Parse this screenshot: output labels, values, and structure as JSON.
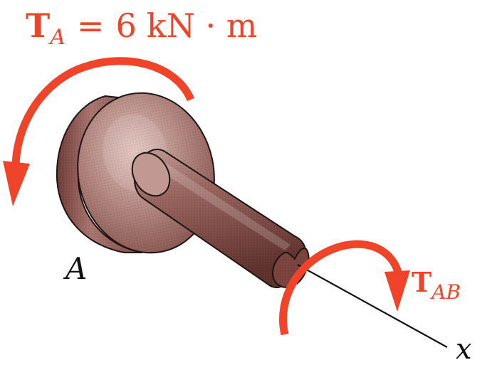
{
  "diagram": {
    "torque_a": {
      "symbol": "T",
      "subscript": "A",
      "equals": "=",
      "value": "6",
      "unit": "kN · m"
    },
    "torque_ab": {
      "symbol": "T",
      "subscript": "AB"
    },
    "point_a_label": "A",
    "axis_label": "x",
    "colors": {
      "torque": "#F0442A",
      "shaft": "#8D5650",
      "shaft_light": "#C9A6A0",
      "shaft_dark": "#5B2F2A",
      "outline": "#1E1212",
      "axis": "#111111"
    }
  }
}
